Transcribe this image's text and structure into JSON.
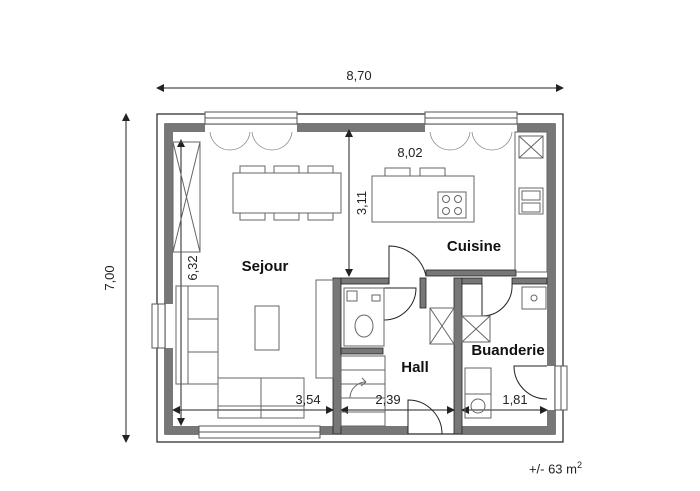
{
  "dimensions": {
    "overall_width": "8,70",
    "overall_depth": "7,00",
    "interior_width": "8,02",
    "ceiling_span": "3,11",
    "sejour_depth": "6,32",
    "sejour_width": "3,54",
    "hall_width": "2,39",
    "buanderie_width": "1,81"
  },
  "rooms": {
    "sejour": "Sejour",
    "cuisine": "Cuisine",
    "hall": "Hall",
    "buanderie": "Buanderie"
  },
  "area": {
    "text": "+/- 63 m",
    "unit_sup": "2"
  },
  "colors": {
    "wall": "#555555",
    "line": "#222222",
    "furniture": "#888888"
  }
}
